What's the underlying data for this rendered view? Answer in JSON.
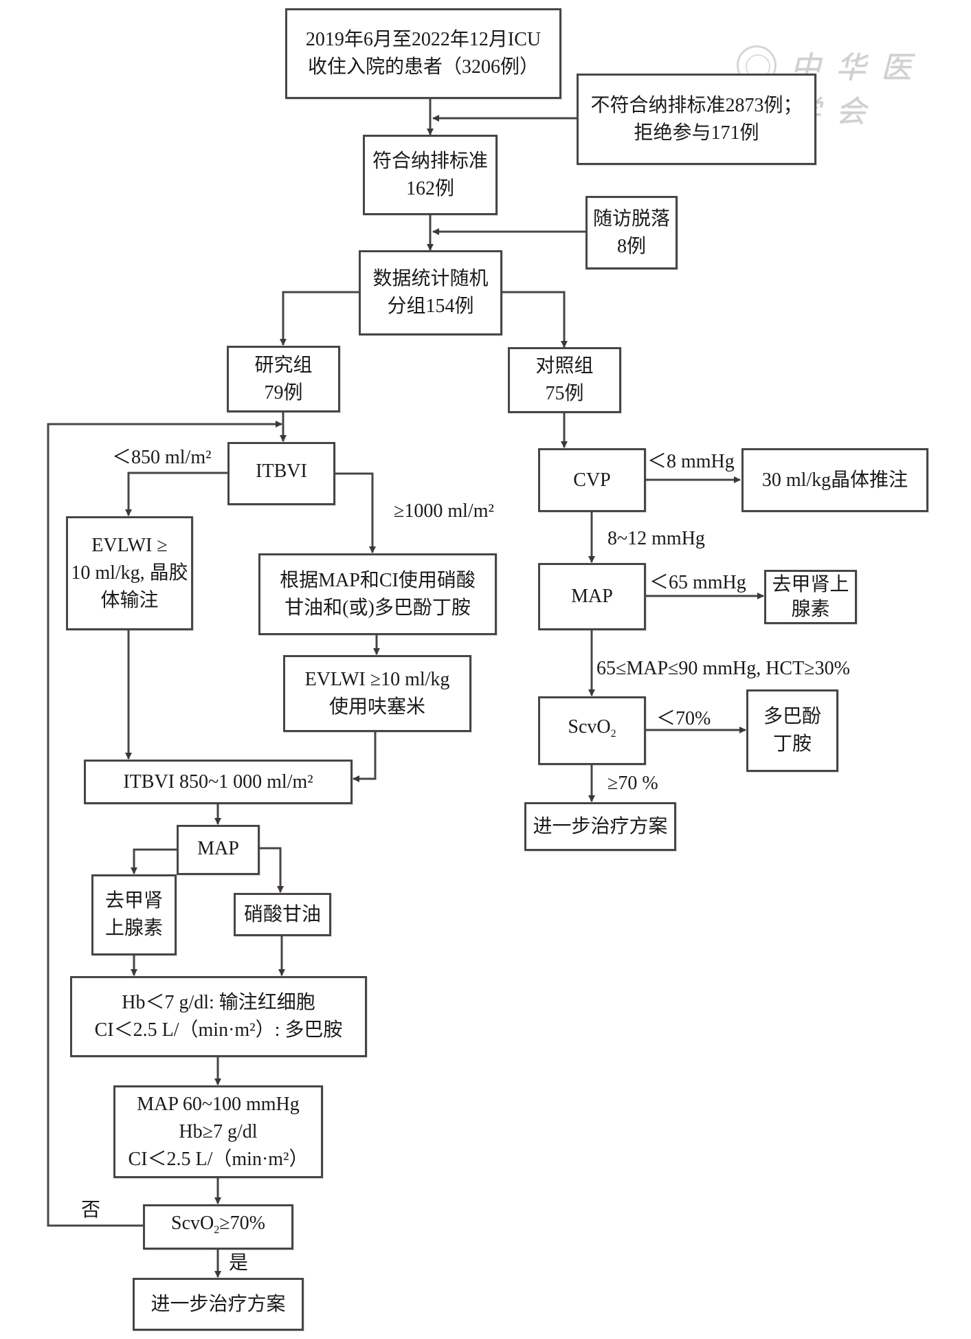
{
  "watermark": {
    "text": "中华医学会",
    "icon": "seal-logo-icon"
  },
  "colors": {
    "stroke": "#4a4446",
    "text": "#1a1a1a",
    "watermark": "#cfcfcf"
  },
  "boxes": {
    "admitted": [
      "2019年6月至2022年12月ICU",
      "收住入院的患者（3206例）"
    ],
    "excluded": [
      "不符合纳排标准2873例；",
      "拒绝参与171例"
    ],
    "eligible": [
      "符合纳排标准",
      "162例"
    ],
    "lost_followup": [
      "随访脱落",
      "8例"
    ],
    "randomized": [
      "数据统计随机",
      "分组154例"
    ],
    "study_group": [
      "研究组",
      "79例"
    ],
    "control_group": [
      "对照组",
      "75例"
    ],
    "study": {
      "itbvi": [
        "ITBVI"
      ],
      "evlwi_low": [
        "EVLWI ≥",
        "10 ml/kg, 晶胶",
        "体输注"
      ],
      "map_ci": [
        "根据MAP和CI使用硝酸",
        "甘油和(或)多巴酚丁胺"
      ],
      "evlwi_high": [
        "EVLWI ≥10 ml/kg",
        "使用呋塞米"
      ],
      "itbvi_target": [
        "ITBVI 850~1 000 ml/m²"
      ],
      "map": [
        "MAP"
      ],
      "norepinephrine": [
        "去甲肾",
        "上腺素"
      ],
      "nitroglycerin": [
        "硝酸甘油"
      ],
      "hb_ci": [
        "Hb＜7 g/dl: 输注红细胞",
        "CI＜2.5 L/（min·m²）: 多巴胺"
      ],
      "targets": [
        "MAP 60~100 mmHg",
        "Hb≥7 g/dl",
        "CI＜2.5 L/（min·m²）"
      ],
      "scvo2_check": "ScvO",
      "scvo2_check_sub": "2",
      "scvo2_check_tail": "≥70%",
      "next": [
        "进一步治疗方案"
      ]
    },
    "control": {
      "cvp": [
        "CVP"
      ],
      "crystalloid": [
        "30 ml/kg晶体推注"
      ],
      "map": [
        "MAP"
      ],
      "norepinephrine": [
        "去甲肾上",
        "腺素"
      ],
      "scvo2": "ScvO",
      "scvo2_sub": "2",
      "dobutamine": [
        "多巴酚",
        "丁胺"
      ],
      "next": [
        "进一步治疗方案"
      ]
    }
  },
  "labels": {
    "itbvi_low": "＜850 ml/m²",
    "itbvi_high": "≥1000 ml/m²",
    "cvp_low": "＜8 mmHg",
    "cvp_normal": "8~12 mmHg",
    "map_low": "＜65 mmHg",
    "map_target": "65≤MAP≤90 mmHg, HCT≥30%",
    "scvo2_low": "＜70%",
    "scvo2_ok": "≥70 %",
    "no": "否",
    "yes": "是"
  }
}
